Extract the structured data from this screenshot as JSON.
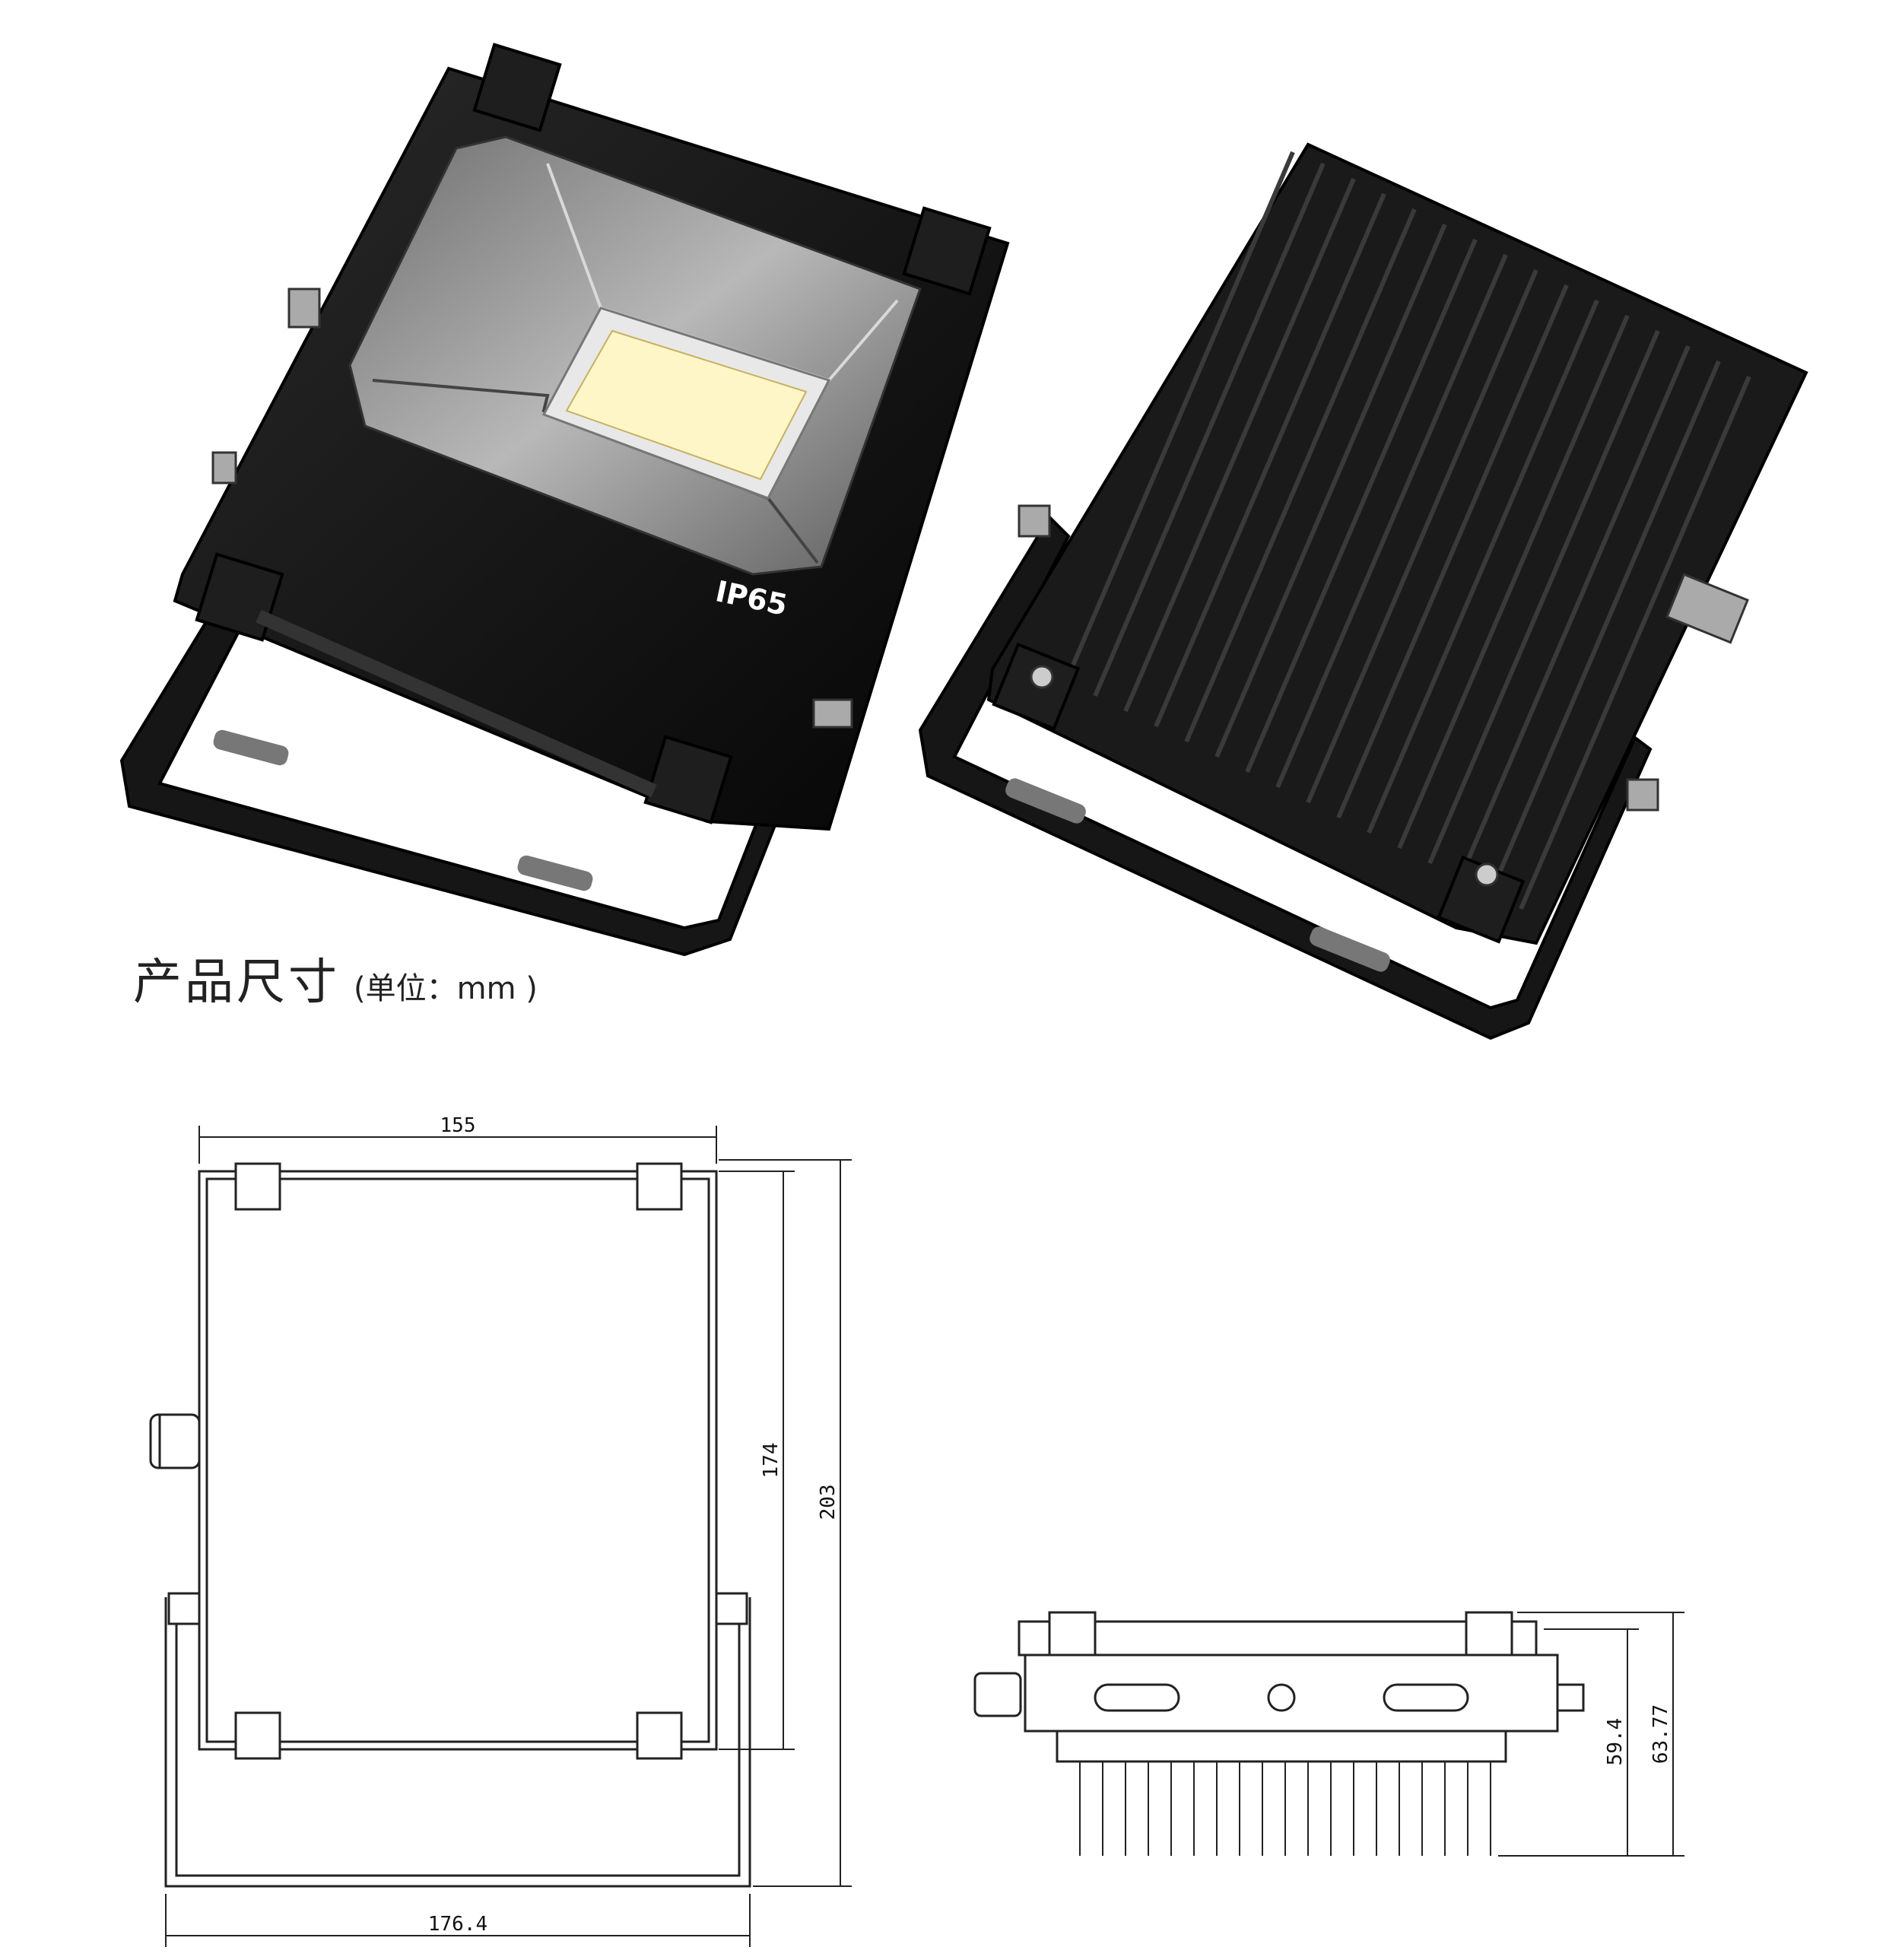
{
  "product_label": "IP65",
  "section_title": "产品尺寸",
  "unit_label": "(单位：mm )",
  "dimensions": {
    "front_width": "155",
    "bracket_width": "176.4",
    "body_height": "174",
    "total_height": "203",
    "side_depth_body": "59.4",
    "side_depth_total": "63.77"
  },
  "colors": {
    "housing": "#111111",
    "reflector": "#9a9a9a",
    "led": "#fff6c8",
    "line": "#222222"
  }
}
